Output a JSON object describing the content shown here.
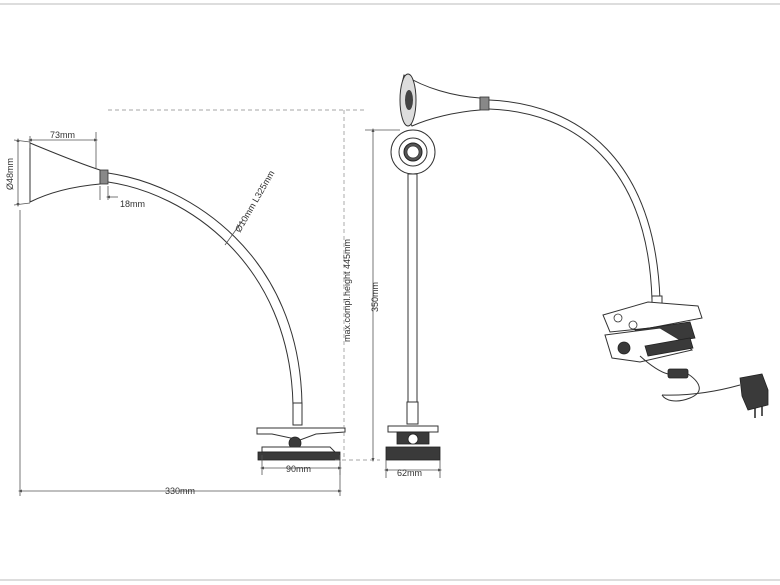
{
  "colors": {
    "line": "#333333",
    "dim": "#555555",
    "background": "#ffffff"
  },
  "dimensions": {
    "head_length": "73mm",
    "head_diameter": "Ø48mm",
    "collar": "18mm",
    "arm": "Ø10mm L325mm",
    "clip_width": "90mm",
    "total_width": "330mm",
    "max_height": "max.compl.height 445mm",
    "arm_height": "350mm",
    "front_clip_width": "62mm"
  }
}
